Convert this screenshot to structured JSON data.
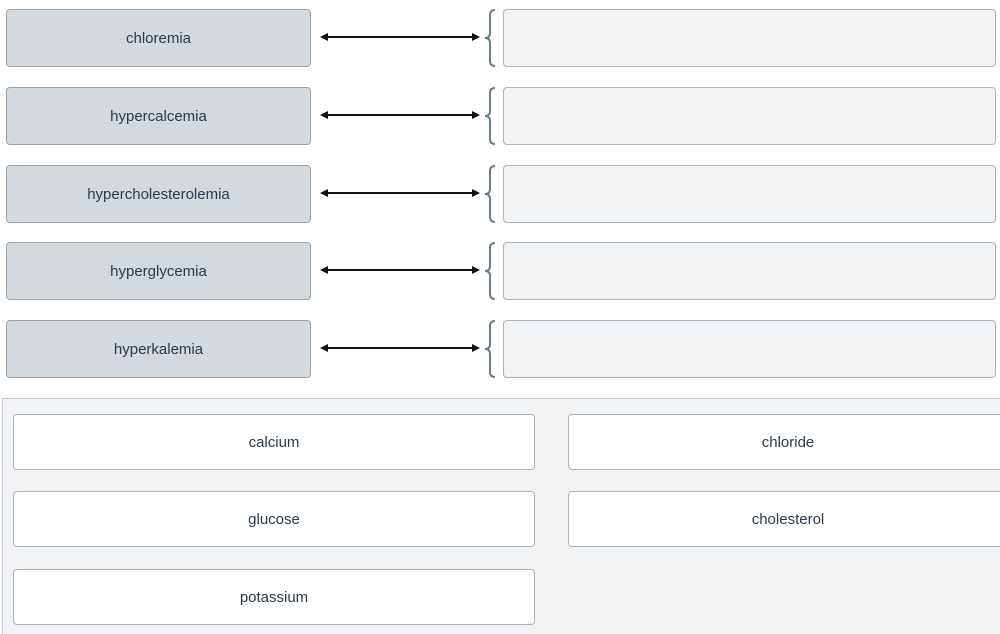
{
  "terms": [
    {
      "label": "chloremia"
    },
    {
      "label": "hypercalcemia"
    },
    {
      "label": "hypercholesterolemia"
    },
    {
      "label": "hyperglycemia"
    },
    {
      "label": "hyperkalemia"
    }
  ],
  "choices": [
    {
      "label": "calcium"
    },
    {
      "label": "chloride"
    },
    {
      "label": "glucose"
    },
    {
      "label": "cholesterol"
    },
    {
      "label": "potassium"
    }
  ],
  "colors": {
    "term_bg": "#d3d9dd",
    "target_bg": "#f1f2f3",
    "bank_bg": "#f1f2f3",
    "brace": "#6b7c89",
    "arrow": "#111111"
  }
}
